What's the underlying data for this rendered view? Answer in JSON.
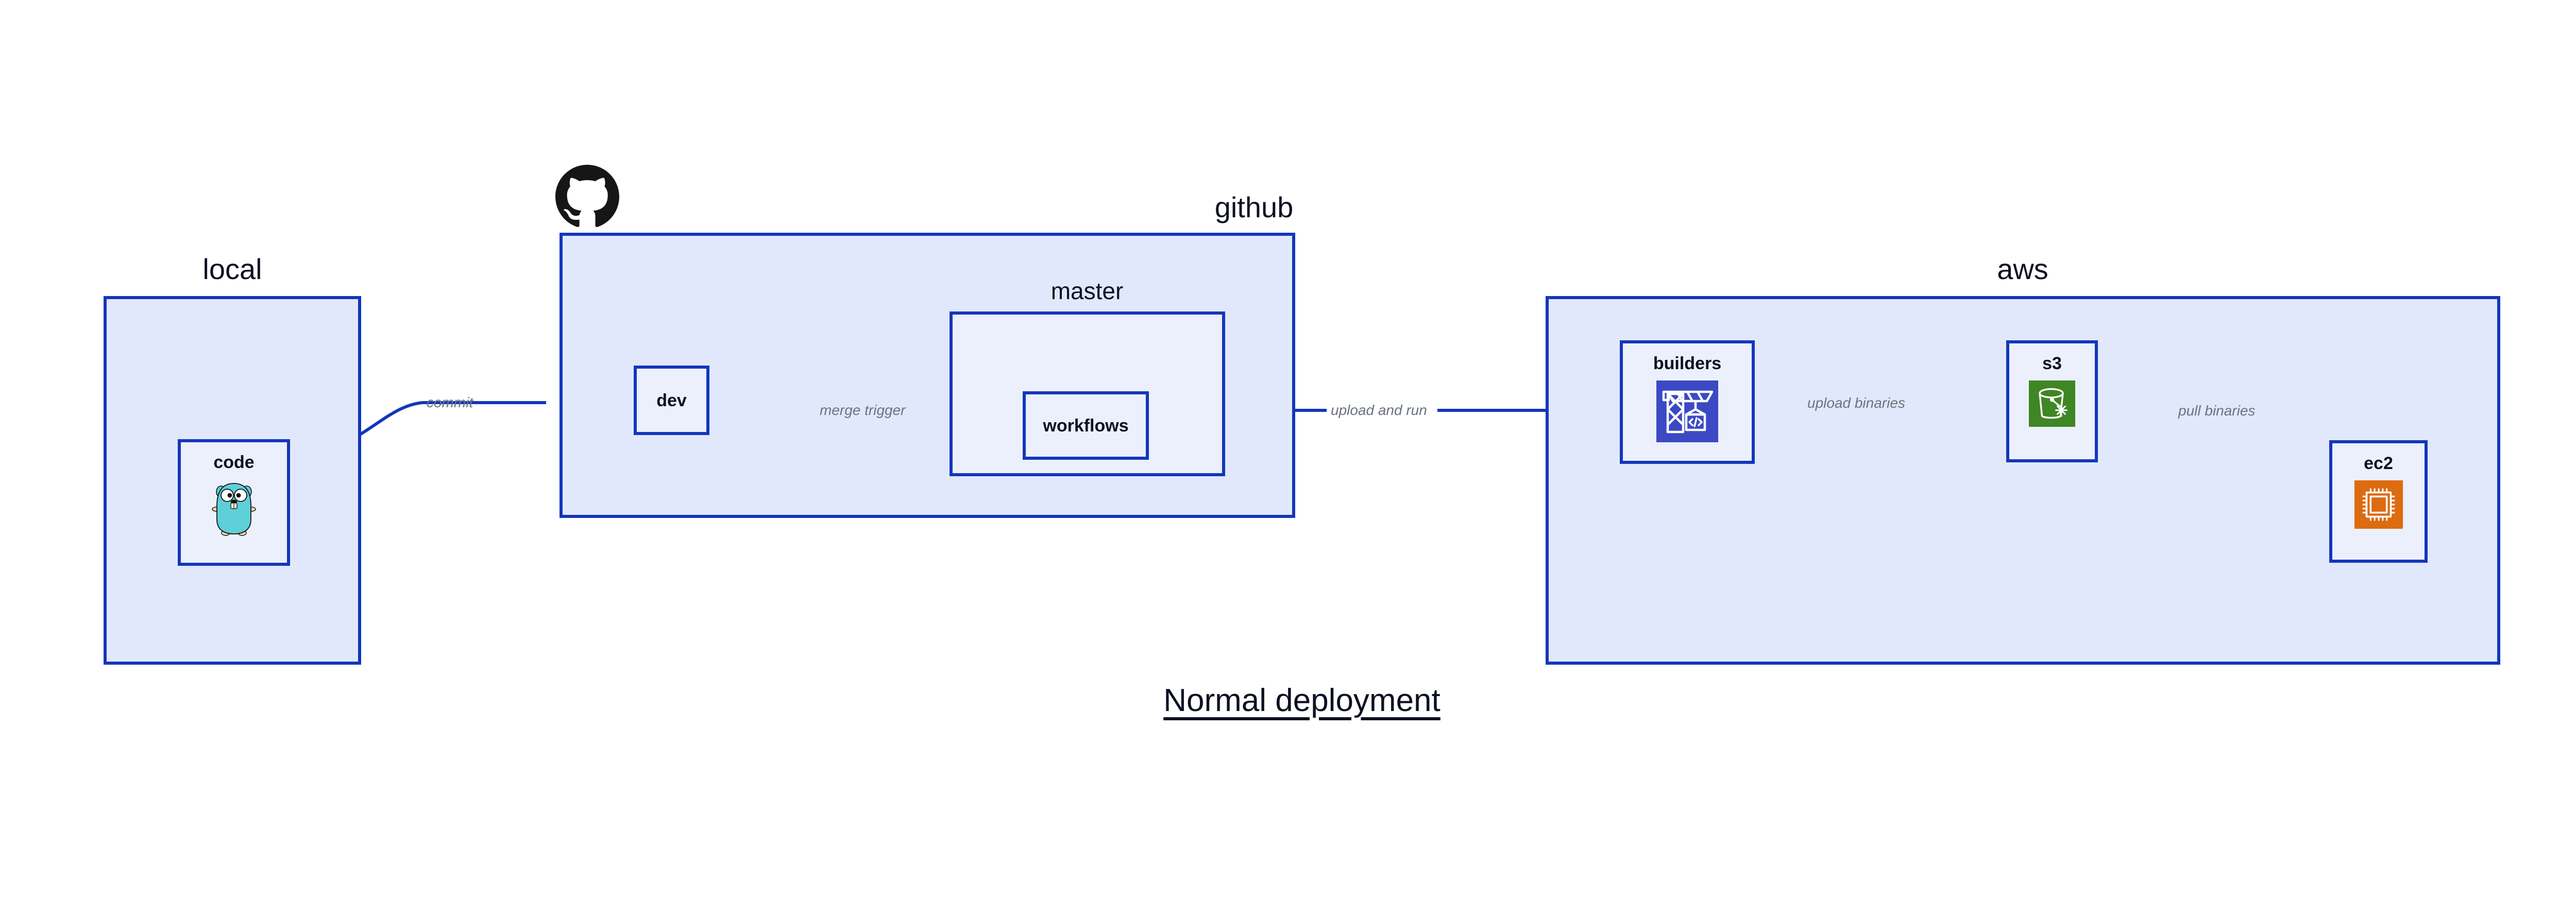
{
  "diagram": {
    "caption": "Normal deployment",
    "colors": {
      "group_border": "#1336bb",
      "group_fill": "#e1e8fb",
      "node_fill": "#ecf0fc",
      "edge_stroke": "#1336bb",
      "edge_label": "#6b7280",
      "text": "#0d1022",
      "builders_icon_bg": "#3b49c4",
      "s3_icon_bg": "#3f8624",
      "ec2_icon_bg": "#dd6b10",
      "gopher_body": "#5ecfd8",
      "github_logo": "#161614"
    },
    "groups": [
      {
        "id": "local",
        "label": "local"
      },
      {
        "id": "github",
        "label": "github"
      },
      {
        "id": "master",
        "label": "master"
      },
      {
        "id": "aws",
        "label": "aws"
      }
    ],
    "nodes": [
      {
        "id": "code",
        "label": "code",
        "icon": "go-gopher-icon"
      },
      {
        "id": "dev",
        "label": "dev",
        "icon": null
      },
      {
        "id": "workflows",
        "label": "workflows",
        "icon": null
      },
      {
        "id": "builders",
        "label": "builders",
        "icon": "aws-codebuild-crane-icon"
      },
      {
        "id": "s3",
        "label": "s3",
        "icon": "aws-s3-bucket-icon"
      },
      {
        "id": "ec2",
        "label": "ec2",
        "icon": "aws-ec2-chip-icon"
      }
    ],
    "edges": [
      {
        "id": "commit",
        "label": "commit",
        "from": "code",
        "to": "dev"
      },
      {
        "id": "merge-trigger",
        "label": "merge trigger",
        "from": "dev",
        "to": "workflows"
      },
      {
        "id": "upload-and-run",
        "label": "upload and run",
        "from": "workflows",
        "to": "builders"
      },
      {
        "id": "upload-binaries",
        "label": "upload binaries",
        "from": "builders",
        "to": "s3"
      },
      {
        "id": "pull-binaries",
        "label": "pull binaries",
        "from": "s3",
        "to": "ec2"
      }
    ],
    "logos": [
      {
        "id": "github-logo",
        "name": "github-octocat-icon"
      }
    ]
  }
}
